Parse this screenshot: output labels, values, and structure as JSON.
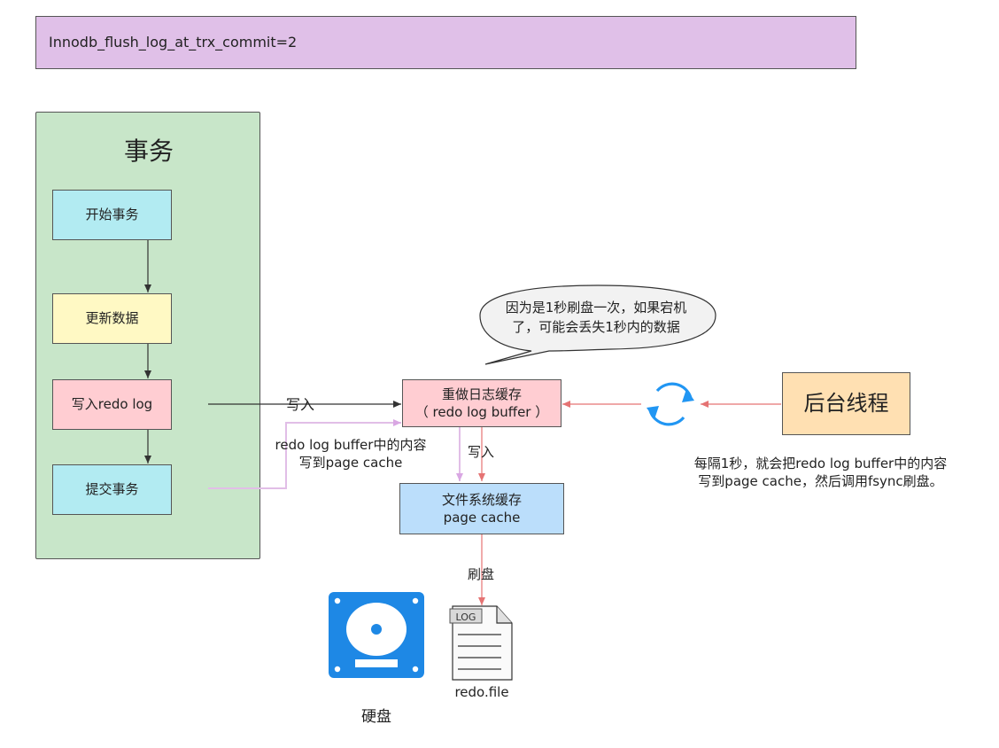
{
  "header": {
    "text": "Innodb_flush_log_at_trx_commit=2"
  },
  "transaction": {
    "title": "事务",
    "steps": [
      {
        "label": "开始事务"
      },
      {
        "label": "更新数据"
      },
      {
        "label": "写入redo log"
      },
      {
        "label": "提交事务"
      }
    ]
  },
  "redo_buffer": {
    "line1": "重做日志缓存",
    "line2": "（ redo log buffer ）"
  },
  "page_cache": {
    "line1": "文件系统缓存",
    "line2": "page cache"
  },
  "background_thread": {
    "label": "后台线程"
  },
  "speech_bubble": {
    "line1": "因为是1秒刷盘一次，如果宕机",
    "line2": "了，可能会丢失1秒内的数据"
  },
  "edge_labels": {
    "write_into": "写入",
    "commit_line1": "redo log buffer中的内容",
    "commit_line2": "写到page cache",
    "buffer_to_cache": "写入",
    "flush": "刷盘"
  },
  "thread_note": {
    "line1": "每隔1秒，就会把redo log buffer中的内容",
    "line2": "写到page cache，然后调用fsync刷盘。"
  },
  "log_file": {
    "badge": "LOG",
    "name": "redo.file"
  },
  "disk": {
    "label": "硬盘"
  },
  "icons": {
    "disk": "hard-disk-icon",
    "log": "log-file-icon",
    "cycle": "refresh-cycle-icon"
  },
  "colors": {
    "header": "#e0c0e8",
    "panel": "#c8e6c9",
    "start": "#b2ebf2",
    "update": "#fff9c4",
    "write": "#ffcdd2",
    "commit": "#b2ebf2",
    "buffer": "#ffcdd2",
    "cache": "#bbdefb",
    "thread": "#ffe0b2",
    "disk": "#1e88e5",
    "red_arrow": "#e57373",
    "pink_arrow": "#e1bee7"
  }
}
